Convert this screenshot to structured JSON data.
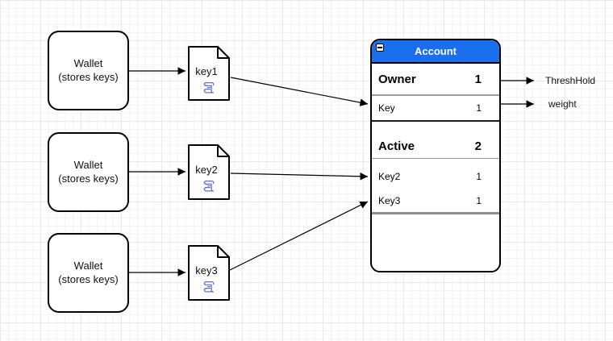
{
  "diagram": {
    "wallets": [
      {
        "line1": "Wallet",
        "line2": "(stores keys)"
      },
      {
        "line1": "Wallet",
        "line2": "(stores keys)"
      },
      {
        "line1": "Wallet",
        "line2": "(stores keys)"
      }
    ],
    "keys": [
      {
        "label": "key1"
      },
      {
        "label": "key2"
      },
      {
        "label": "key3"
      }
    ],
    "account": {
      "title": "Account",
      "sections": [
        {
          "header": "Owner",
          "value": "1",
          "rows": [
            {
              "name": "Key",
              "value": "1"
            }
          ]
        },
        {
          "header": "Active",
          "value": "2",
          "rows": [
            {
              "name": "Key2",
              "value": "1"
            },
            {
              "name": "Key3",
              "value": "1"
            }
          ]
        }
      ]
    },
    "annotations": [
      {
        "text": "ThreshHold"
      },
      {
        "text": "weight"
      }
    ],
    "icons": {
      "collapse": "minus-icon",
      "key_file": "scroll-icon"
    },
    "colors": {
      "header_blue": "#1a6fee",
      "shape_border": "#000000",
      "divider_gray": "#9c9c9c",
      "scroll_icon_blue": "#5b6fd6",
      "canvas_grid": "#e8e8e8"
    }
  }
}
